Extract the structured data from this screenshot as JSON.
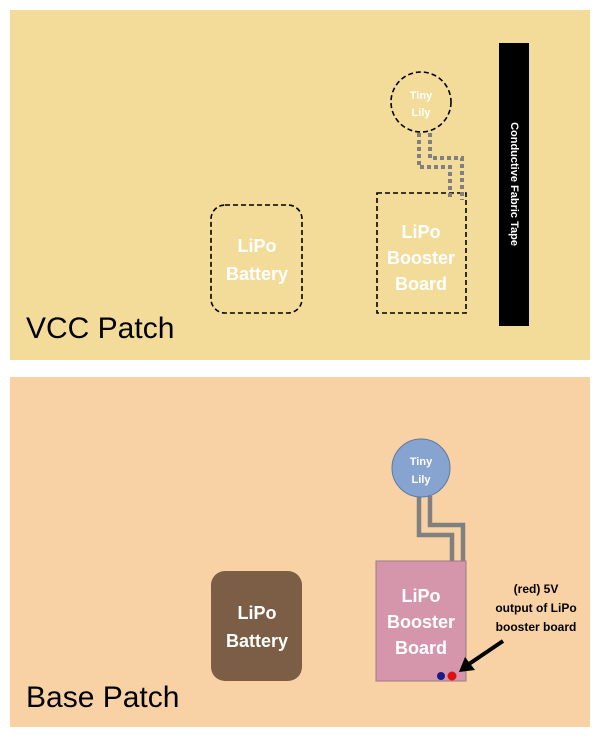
{
  "vcc_patch": {
    "title": "VCC Patch",
    "battery_line1": "LiPo",
    "battery_line2": "Battery",
    "booster_line1": "LiPo",
    "booster_line2": "Booster",
    "booster_line3": "Board",
    "tiny_line1": "Tiny",
    "tiny_line2": "Lily",
    "tape_label": "Conductive Fabric Tape"
  },
  "base_patch": {
    "title": "Base Patch",
    "battery_line1": "LiPo",
    "battery_line2": "Battery",
    "booster_line1": "LiPo",
    "booster_line2": "Booster",
    "booster_line3": "Board",
    "tiny_line1": "Tiny",
    "tiny_line2": "Lily",
    "annotation_line1": "(red) 5V",
    "annotation_line2": "output of LiPo",
    "annotation_line3": "booster board"
  },
  "colors": {
    "vcc_bg": "#f3dc9a",
    "base_bg": "#f8d2a4",
    "battery_fill": "#7b5e45",
    "booster_fill": "#d596ac",
    "tiny_fill": "#86a4cf",
    "trace": "#808080",
    "tape": "#000000",
    "red_pin": "#e01010",
    "blue_pin": "#1a1a8a"
  }
}
